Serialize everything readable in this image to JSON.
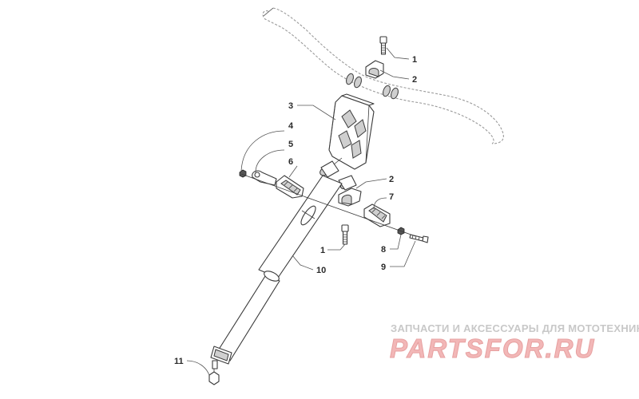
{
  "callouts": [
    "1",
    "2",
    "3",
    "4",
    "5",
    "6",
    "2",
    "7",
    "1",
    "8",
    "9",
    "10",
    "11"
  ],
  "watermark": {
    "subtitle": "ЗАПЧАСТИ И АКСЕССУАРЫ ДЛЯ МОТОТЕХНИКИ",
    "brand": "PARTSFOR.RU"
  }
}
